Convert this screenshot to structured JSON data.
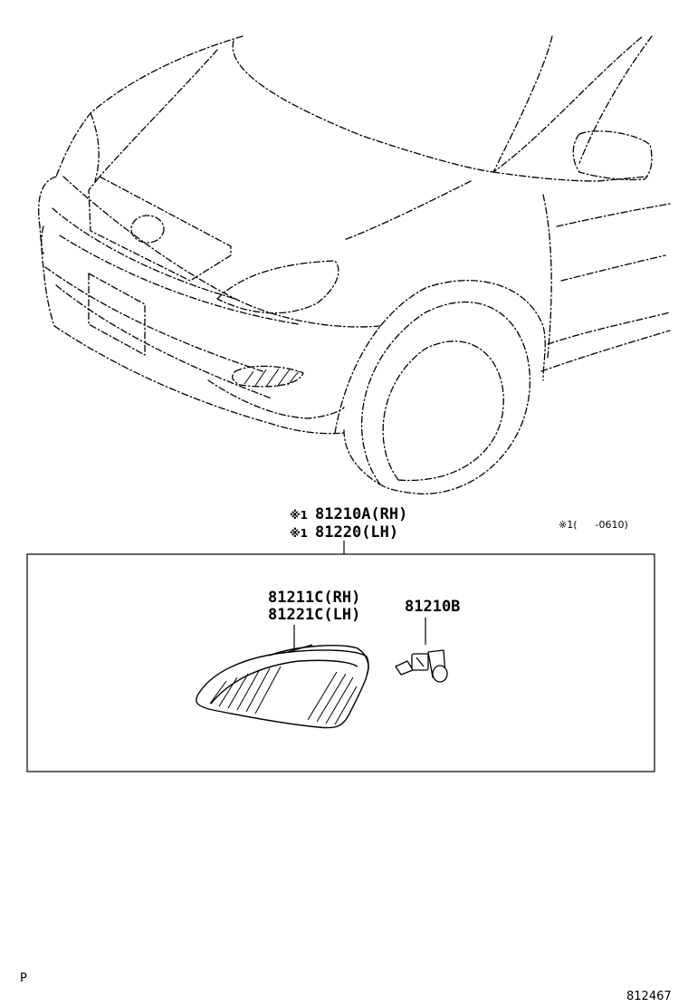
{
  "callouts": {
    "assembly_rh": {
      "mark": "※1",
      "part": "81210A(RH)"
    },
    "assembly_lh": {
      "mark": "※1",
      "part": "81220(LH)"
    },
    "lens_rh": "81211C(RH)",
    "lens_lh": "81221C(LH)",
    "bulb": "81210B"
  },
  "footnote": {
    "mark": "※1(",
    "period": "-0610)"
  },
  "corner_code": "P",
  "diagram_number": "812467"
}
